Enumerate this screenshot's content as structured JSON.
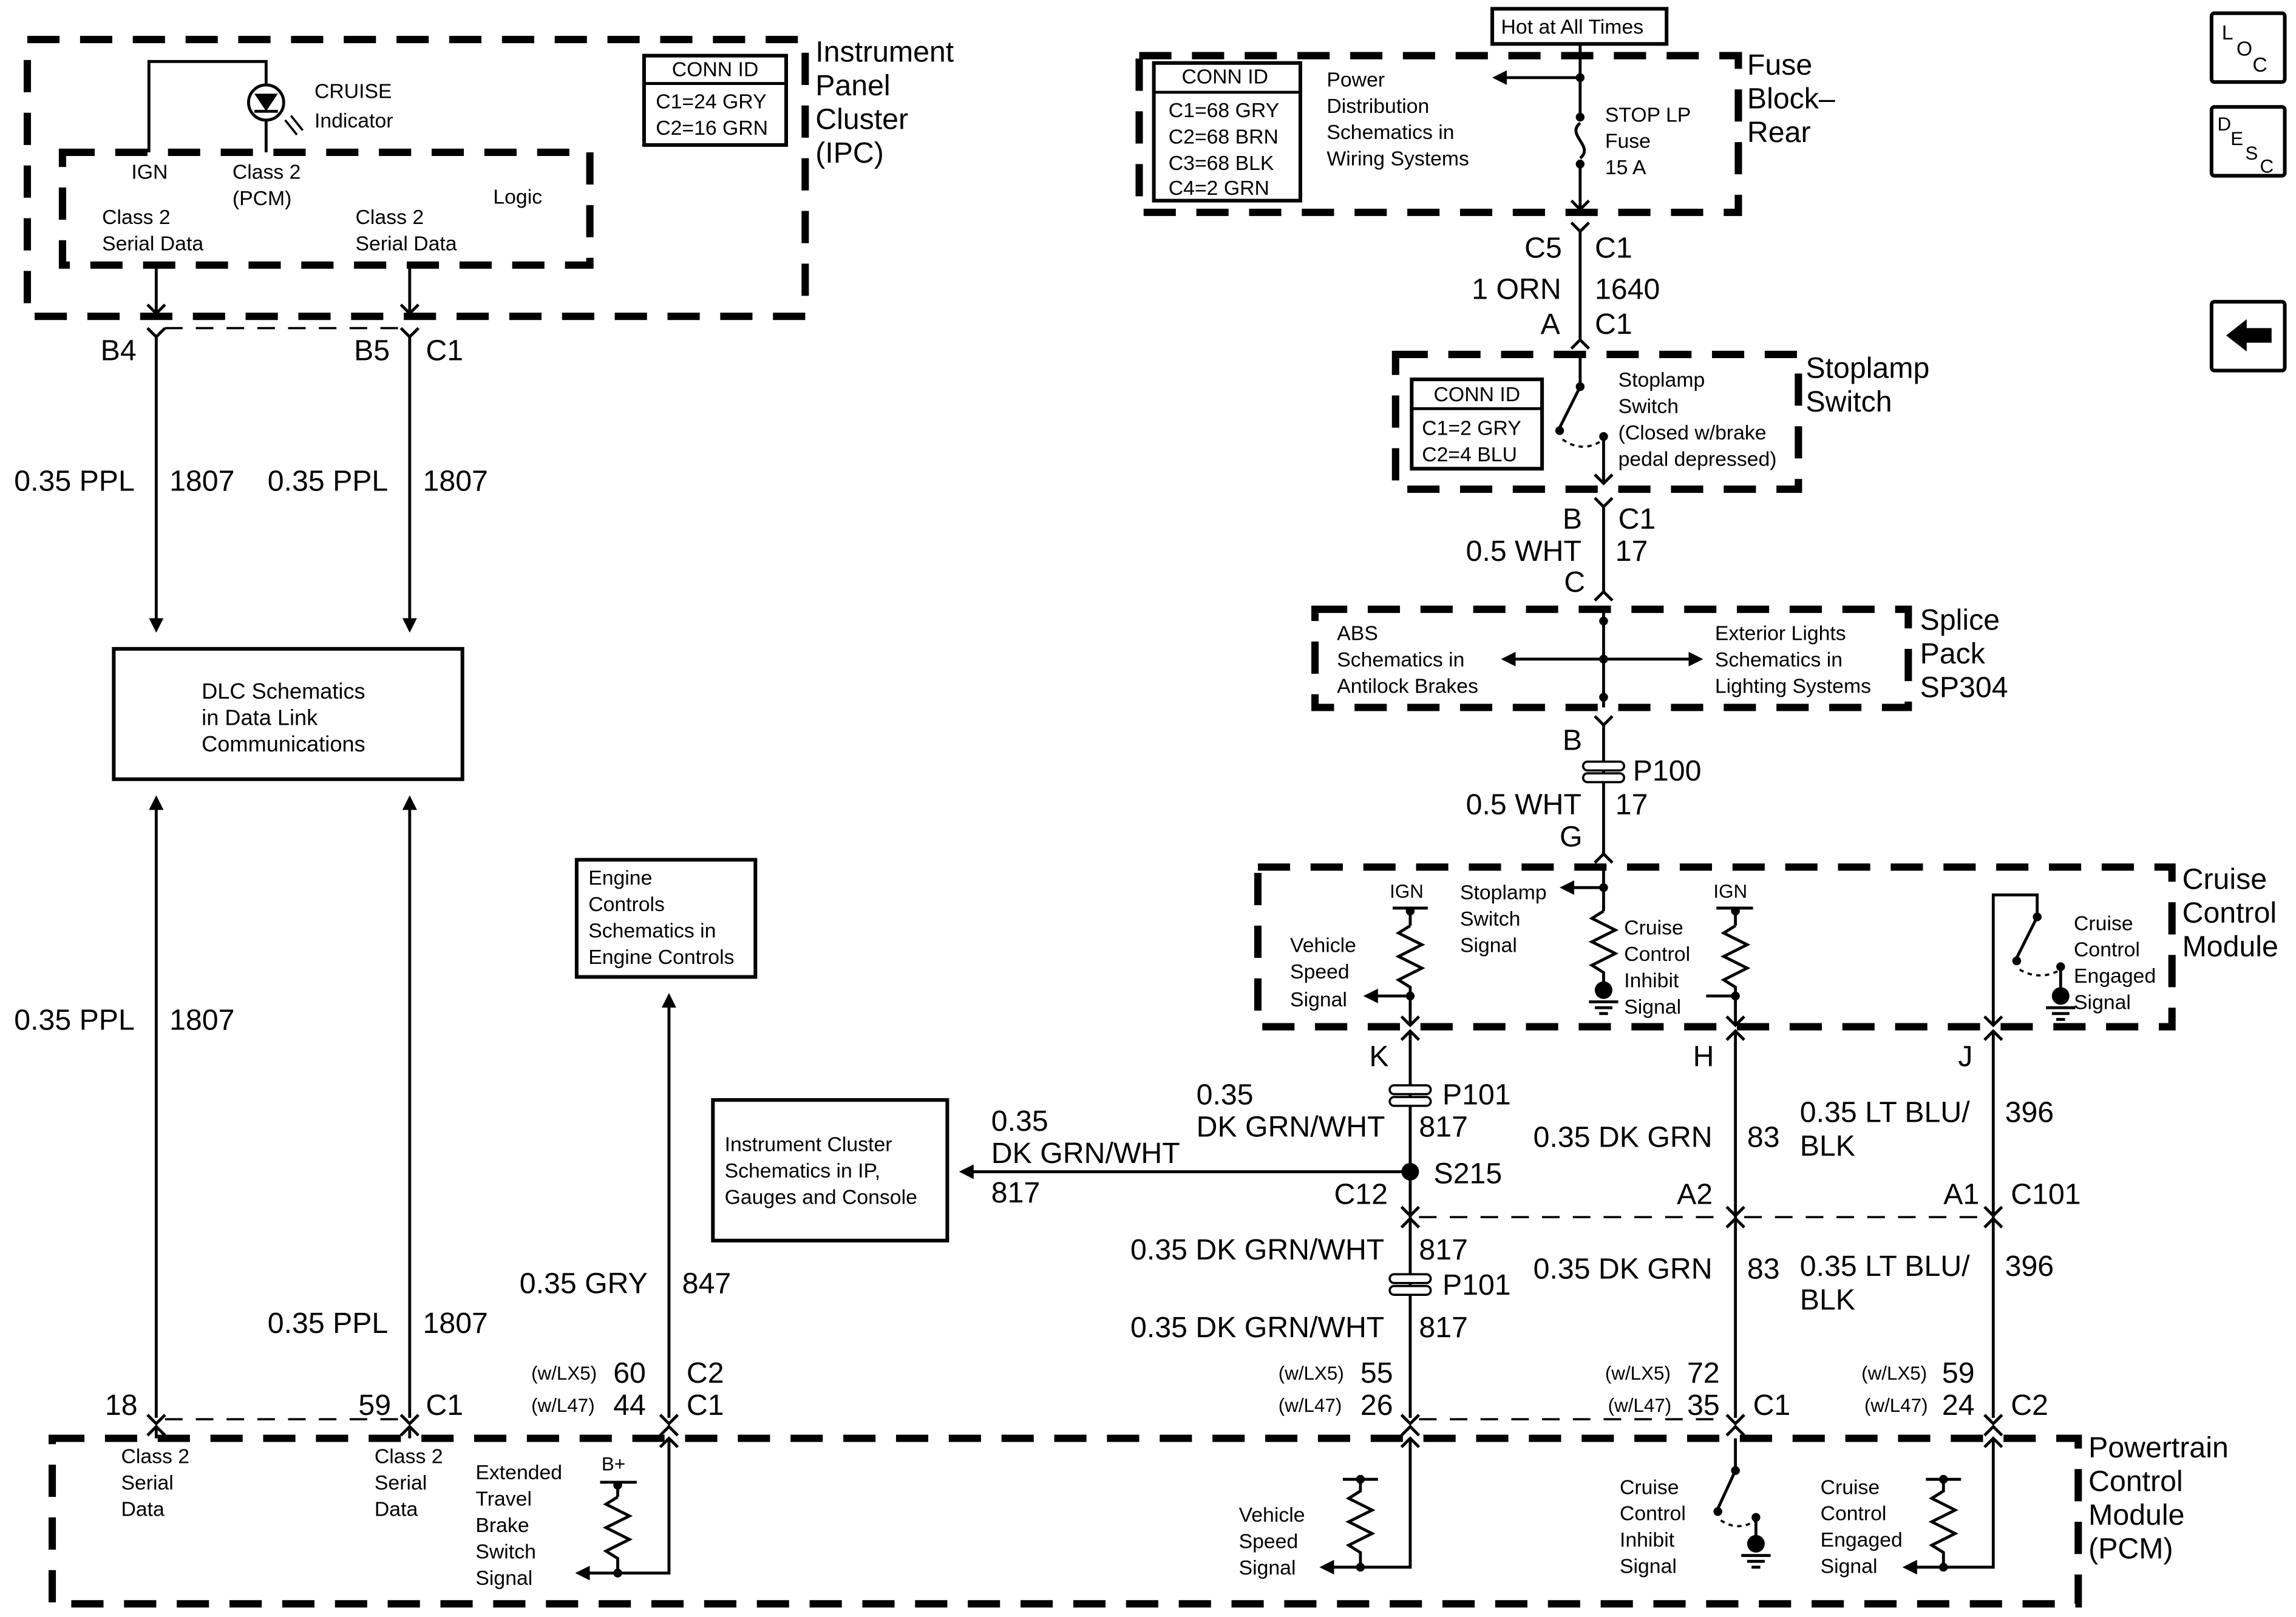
{
  "hot_label": "Hot at All Times",
  "ipc": {
    "title_lines": [
      "Instrument",
      "Panel",
      "Cluster",
      "(IPC)"
    ],
    "conn_id": {
      "header": "CONN ID",
      "rows": [
        "C1=24 GRY",
        "C2=16 GRN"
      ]
    },
    "cruise": "CRUISE",
    "indicator": "Indicator",
    "ign": "IGN",
    "class2_pcm": [
      "Class 2",
      "(PCM)"
    ],
    "logic": "Logic",
    "serial_a": [
      "Class 2",
      "Serial Data"
    ],
    "serial_b": [
      "Class 2",
      "Serial Data"
    ],
    "pin_b4": "B4",
    "pin_b5": "B5",
    "c1": "C1"
  },
  "wires_left": {
    "w1_gauge": "0.35 PPL",
    "w1_num": "1807",
    "w2_gauge": "0.35 PPL",
    "w2_num": "1807",
    "w3_gauge": "0.35 PPL",
    "w3_num": "1807",
    "w4_gauge": "0.35 PPL",
    "w4_num": "1807"
  },
  "dlc_box": [
    "DLC Schematics",
    "in Data Link",
    "Communications"
  ],
  "engine_box": [
    "Engine",
    "Controls",
    "Schematics in",
    "Engine Controls"
  ],
  "ic_box": [
    "Instrument Cluster",
    "Schematics in IP,",
    "Gauges and Console"
  ],
  "fuse_block": {
    "title_lines": [
      "Fuse",
      "Block–",
      "Rear"
    ],
    "conn_id": {
      "header": "CONN ID",
      "rows": [
        "C1=68 GRY",
        "C2=68 BRN",
        "C3=68 BLK",
        "C4=2 GRN"
      ]
    },
    "power": [
      "Power",
      "Distribution",
      "Schematics in",
      "Wiring Systems"
    ],
    "fuse": [
      "STOP LP",
      "Fuse",
      "15 A"
    ]
  },
  "stop_wire": {
    "c5": "C5",
    "c1": "C1",
    "gauge": "1 ORN",
    "num": "1640",
    "a": "A",
    "c1b": "C1"
  },
  "stoplamp": {
    "title_lines": [
      "Stoplamp",
      "Switch"
    ],
    "conn_id": {
      "header": "CONN ID",
      "rows": [
        "C1=2 GRY",
        "C2=4 BLU"
      ]
    },
    "desc": [
      "Stoplamp",
      "Switch",
      "(Closed w/brake",
      "pedal depressed)"
    ],
    "b": "B",
    "c1": "C1",
    "gauge": "0.5 WHT",
    "num": "17",
    "c": "C"
  },
  "splice": {
    "title_lines": [
      "Splice",
      "Pack",
      "SP304"
    ],
    "abs": [
      "ABS",
      "Schematics in",
      "Antilock Brakes"
    ],
    "ext": [
      "Exterior Lights",
      "Schematics in",
      "Lighting Systems"
    ],
    "b": "B",
    "p100": "P100",
    "gauge": "0.5 WHT",
    "num": "17",
    "g": "G"
  },
  "ccm": {
    "title_lines": [
      "Cruise",
      "Control",
      "Module"
    ],
    "vss": [
      "Vehicle",
      "Speed",
      "Signal"
    ],
    "ign1": "IGN",
    "stop_sig": [
      "Stoplamp",
      "Switch",
      "Signal"
    ],
    "inhibit": [
      "Cruise",
      "Control",
      "Inhibit",
      "Signal"
    ],
    "ign2": "IGN",
    "engaged": [
      "Cruise",
      "Control",
      "Engaged",
      "Signal"
    ],
    "k": "K",
    "h": "H",
    "j": "J"
  },
  "mid": {
    "g035": "0.35",
    "dkgrnwht": "DK GRN/WHT",
    "n817": "817",
    "p101": "P101",
    "ic_g035": "0.35",
    "ic_dkgrnwht": "DK GRN/WHT",
    "ic_817": "817",
    "s215": "S215",
    "c12": "C12",
    "dkgrn": "0.35 DK GRN",
    "n83": "83",
    "ltblu_a": "0.35 LT BLU/",
    "blk": "BLK",
    "n396": "396",
    "a2": "A2",
    "a1": "A1",
    "c101": "C101",
    "lower_dkgrnwht": "0.35 DK GRN/WHT",
    "lower_817": "817",
    "lower_dkgrn": "0.35 DK GRN",
    "lower_83": "83",
    "lower_ltblu": "0.35 LT BLU/",
    "lower_blk": "BLK",
    "lower_396": "396",
    "p101b": "P101",
    "bottom_dkgrnwht": "0.35 DK GRN/WHT",
    "bottom_817": "817",
    "gry": "0.35 GRY",
    "n847": "847"
  },
  "pcm_pins": {
    "p18": "18",
    "p59": "59",
    "c1a": "C1",
    "lx5_60": "60",
    "l47_44": "44",
    "c2a": "C2",
    "c1b": "C1",
    "lx5_55": "55",
    "l47_26": "26",
    "lx5_72": "72",
    "l47_35": "35",
    "c1c": "C1",
    "lx5_59": "59",
    "l47_24": "24",
    "c2b": "C2",
    "wlx5": "(w/LX5)",
    "wl47": "(w/L47)"
  },
  "pcm": {
    "title_lines": [
      "Powertrain",
      "Control",
      "Module",
      "(PCM)"
    ],
    "s1": [
      "Class 2",
      "Serial",
      "Data"
    ],
    "s2": [
      "Class 2",
      "Serial",
      "Data"
    ],
    "ext": [
      "Extended",
      "Travel",
      "Brake",
      "Switch",
      "Signal"
    ],
    "bplus": "B+",
    "vss": [
      "Vehicle",
      "Speed",
      "Signal"
    ],
    "inhibit": [
      "Cruise",
      "Control",
      "Inhibit",
      "Signal"
    ],
    "engaged": [
      "Cruise",
      "Control",
      "Engaged",
      "Signal"
    ]
  },
  "nav": {
    "loc": [
      "L",
      "O",
      "C"
    ],
    "desc": [
      "D",
      "E",
      "S",
      "C"
    ],
    "back_icon": "left-arrow-icon"
  }
}
